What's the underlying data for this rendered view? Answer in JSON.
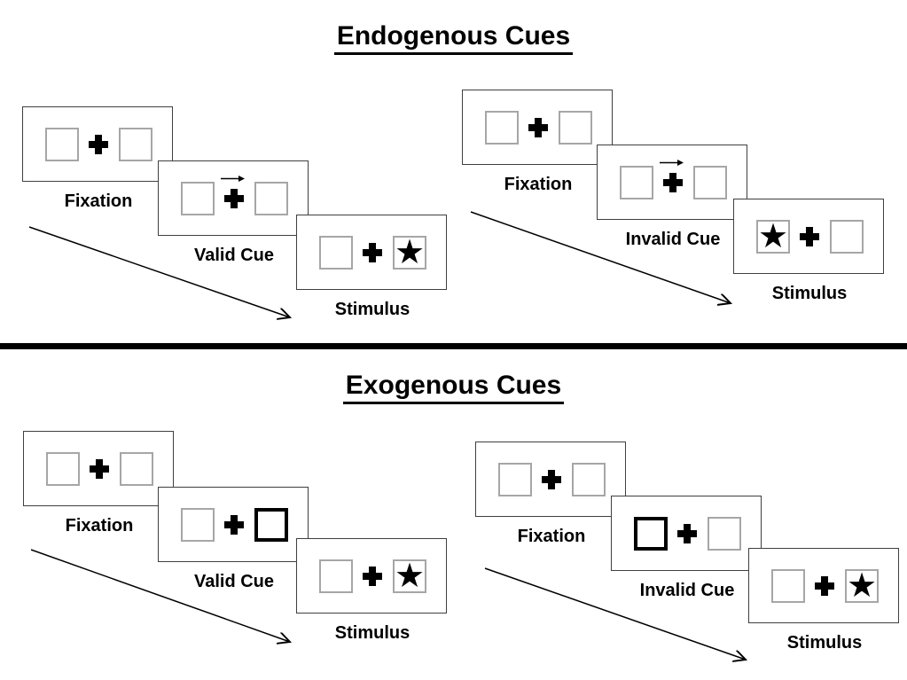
{
  "glyphs": {
    "star": "★"
  },
  "colors": {
    "background": "#ffffff",
    "panel_border": "#3f3f3f",
    "box_border": "#a6a6a6",
    "highlight_border": "#000000",
    "text": "#000000",
    "divider": "#000000"
  },
  "sections": [
    {
      "title": "Endogenous Cues",
      "groups": [
        {
          "name": "endogenous-valid",
          "panels": [
            {
              "label": "Fixation",
              "cue": "none",
              "star": "none"
            },
            {
              "label": "Valid Cue",
              "cue": "central-arrow-right",
              "star": "none"
            },
            {
              "label": "Stimulus",
              "cue": "none",
              "star": "right"
            }
          ]
        },
        {
          "name": "endogenous-invalid",
          "panels": [
            {
              "label": "Fixation",
              "cue": "none",
              "star": "none"
            },
            {
              "label": "Invalid Cue",
              "cue": "central-arrow-right",
              "star": "none"
            },
            {
              "label": "Stimulus",
              "cue": "none",
              "star": "left"
            }
          ]
        }
      ]
    },
    {
      "title": "Exogenous Cues",
      "groups": [
        {
          "name": "exogenous-valid",
          "panels": [
            {
              "label": "Fixation",
              "cue": "none",
              "star": "none"
            },
            {
              "label": "Valid Cue",
              "cue": "highlight-right-box",
              "star": "none"
            },
            {
              "label": "Stimulus",
              "cue": "none",
              "star": "right"
            }
          ]
        },
        {
          "name": "exogenous-invalid",
          "panels": [
            {
              "label": "Fixation",
              "cue": "none",
              "star": "none"
            },
            {
              "label": "Invalid Cue",
              "cue": "highlight-left-box",
              "star": "none"
            },
            {
              "label": "Stimulus",
              "cue": "none",
              "star": "right"
            }
          ]
        }
      ]
    }
  ]
}
